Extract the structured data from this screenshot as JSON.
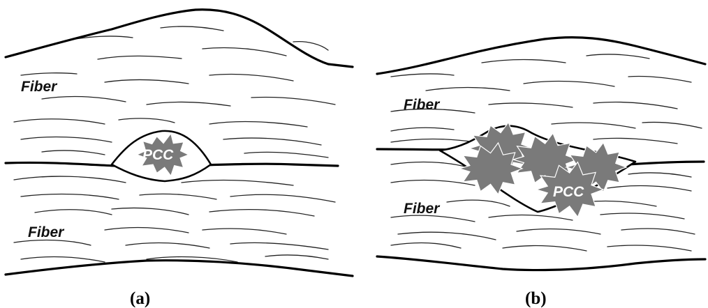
{
  "panels": [
    {
      "fiber_labels": [
        "Fiber",
        "Fiber"
      ],
      "particle_label": "PCC",
      "caption": "(a)"
    },
    {
      "fiber_labels": [
        "Fiber",
        "Fiber"
      ],
      "particle_label": "PCC",
      "caption": "(b)"
    }
  ],
  "colors": {
    "particle_fill": "#7a7a7a",
    "line": "#000000",
    "background": "#ffffff"
  }
}
